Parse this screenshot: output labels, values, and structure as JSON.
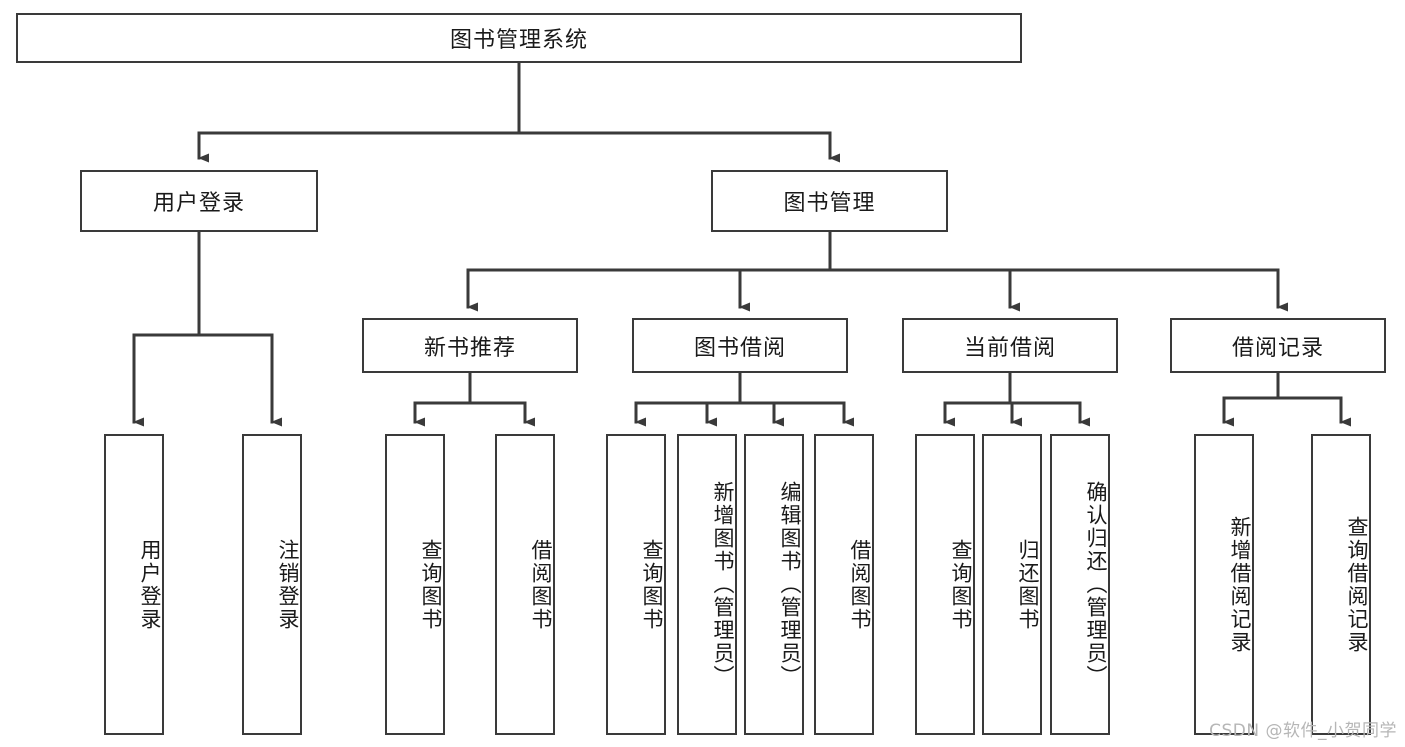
{
  "diagram": {
    "title": "图书管理系统",
    "type": "hierarchical-tree",
    "root": {
      "id": "root",
      "label": "图书管理系统",
      "orientation": "horizontal"
    },
    "level2": [
      {
        "id": "user-login",
        "label": "用户登录",
        "orientation": "horizontal"
      },
      {
        "id": "book-management",
        "label": "图书管理",
        "orientation": "horizontal"
      }
    ],
    "level3": [
      {
        "id": "new-book-recommend",
        "label": "新书推荐",
        "orientation": "horizontal",
        "parent": "book-management"
      },
      {
        "id": "book-borrow",
        "label": "图书借阅",
        "orientation": "horizontal",
        "parent": "book-management"
      },
      {
        "id": "current-borrow",
        "label": "当前借阅",
        "orientation": "horizontal",
        "parent": "book-management"
      },
      {
        "id": "borrow-record",
        "label": "借阅记录",
        "orientation": "horizontal",
        "parent": "book-management"
      }
    ],
    "leaves": [
      {
        "id": "leaf-user-login",
        "label": "用户登录",
        "parent": "user-login"
      },
      {
        "id": "leaf-user-logout",
        "label": "注销登录",
        "parent": "user-login"
      },
      {
        "id": "leaf-query-book-1",
        "label": "查询图书",
        "parent": "new-book-recommend"
      },
      {
        "id": "leaf-borrow-book-1",
        "label": "借阅图书",
        "parent": "new-book-recommend"
      },
      {
        "id": "leaf-query-book-2",
        "label": "查询图书",
        "parent": "book-borrow"
      },
      {
        "id": "leaf-add-book",
        "label": "新增图书（管理员）",
        "parent": "book-borrow"
      },
      {
        "id": "leaf-edit-book",
        "label": "编辑图书（管理员）",
        "parent": "book-borrow"
      },
      {
        "id": "leaf-borrow-book-2",
        "label": "借阅图书",
        "parent": "book-borrow"
      },
      {
        "id": "leaf-query-book-3",
        "label": "查询图书",
        "parent": "current-borrow"
      },
      {
        "id": "leaf-return-book",
        "label": "归还图书",
        "parent": "current-borrow"
      },
      {
        "id": "leaf-confirm-return",
        "label": "确认归还（管理员）",
        "parent": "current-borrow"
      },
      {
        "id": "leaf-add-record",
        "label": "新增借阅记录",
        "parent": "borrow-record"
      },
      {
        "id": "leaf-query-record",
        "label": "查询借阅记录",
        "parent": "borrow-record"
      }
    ],
    "colors": {
      "stroke": "#3a3a3a",
      "text": "#1a1a1a",
      "background": "#ffffff",
      "watermark": "#b6b6b6"
    }
  },
  "watermark": {
    "text": "CSDN @软件_小贺同学"
  }
}
